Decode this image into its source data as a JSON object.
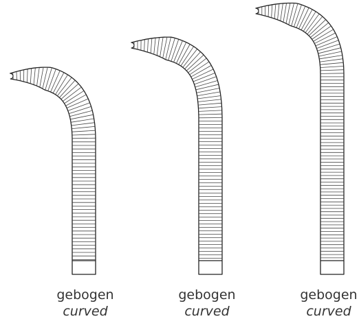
{
  "items": [
    {
      "label_de": "gebogen",
      "label_en": "curved"
    },
    {
      "label_de": "gebogen",
      "label_en": "curved"
    },
    {
      "label_de": "gebogen",
      "label_en": "curved"
    }
  ],
  "colors": {
    "outline": "#222222",
    "rings": "#444444",
    "label": "#333333"
  }
}
